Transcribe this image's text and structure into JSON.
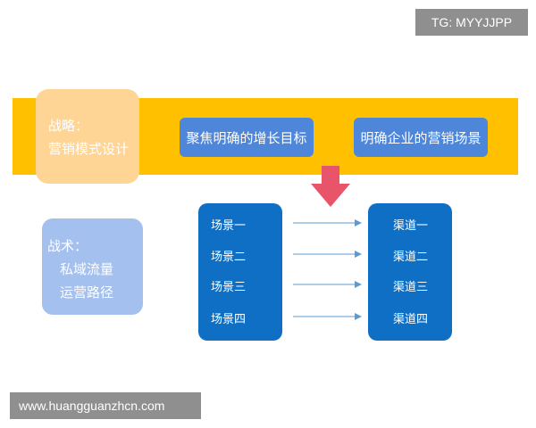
{
  "watermarks": {
    "top": "TG: MYYJJPP",
    "bottom": "www.huangguanzhcn.com"
  },
  "strategy": {
    "line1": "战略：",
    "line2": "营销模式设计"
  },
  "goals": [
    "聚焦明确的增长目标",
    "明确企业的营销场景"
  ],
  "tactics": {
    "line1": "战术：",
    "line2": "私域流量",
    "line3": "运营路径"
  },
  "scenes": [
    "场景一",
    "场景二",
    "场景三",
    "场景四"
  ],
  "channels": [
    "渠道一",
    "渠道二",
    "渠道三",
    "渠道四"
  ],
  "colors": {
    "band": "#ffc000",
    "strategy_box": "#ffd596",
    "goal_box": "#4e86d9",
    "tactics_box": "#a3c0ee",
    "column": "#0f6fc4",
    "down_arrow": "#e8546a",
    "connector": "#5b9bd5"
  }
}
